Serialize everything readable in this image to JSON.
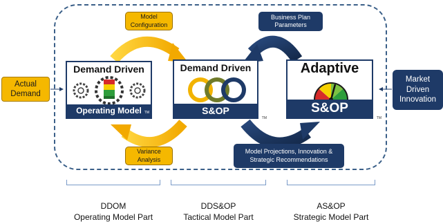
{
  "inputs": {
    "actual_demand": "Actual\nDemand",
    "market": "Market\nDriven\nInnovation"
  },
  "notes": {
    "model_config": "Model\nConfiguration",
    "variance": "Variance\nAnalysis",
    "business_plan": "Business Plan\nParameters",
    "projections": "Model Projections, Innovation &\nStrategic Recommendations"
  },
  "modules": {
    "ddom": {
      "title": "Demand Driven",
      "bar": "Operating Model",
      "tm": "TM"
    },
    "ddsop": {
      "title": "Demand Driven",
      "bar": "S&OP",
      "tm": "TM"
    },
    "asop": {
      "title": "Adaptive",
      "bar": "S&OP",
      "tm": "TM"
    }
  },
  "parts": {
    "ddom": {
      "line1": "DDOM",
      "line2": "Operating Model Part"
    },
    "ddsop": {
      "line1": "DDS&OP",
      "line2": "Tactical Model Part"
    },
    "asop": {
      "line1": "AS&OP",
      "line2": "Strategic Model Part"
    }
  },
  "colors": {
    "navy": "#1e3a67",
    "gold": "#f5b800",
    "frame": "#3a5f88"
  }
}
